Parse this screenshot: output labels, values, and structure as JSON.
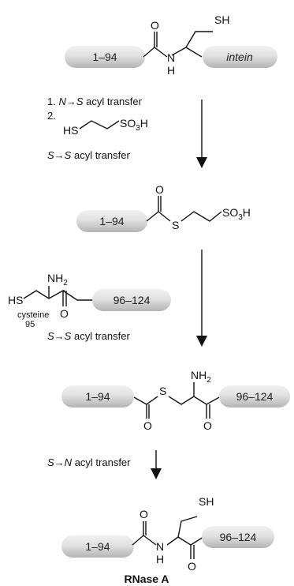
{
  "pills": {
    "p1_left": "1–94",
    "p1_right": "intein",
    "p2_left": "1–94",
    "p3_right": "96–124",
    "p4_left": "1–94",
    "p4_right": "96–124",
    "p5_left": "1–94",
    "p5_right": "96–124"
  },
  "atoms": {
    "SH": "SH",
    "O": "O",
    "N": "N",
    "H": "H",
    "S": "S",
    "HS": "HS",
    "NH": "NH",
    "two": "2",
    "SO": "SO",
    "three": "3"
  },
  "steps": {
    "s1_num": "1.",
    "s1_italic": "N→S",
    "s1_rest": "acyl transfer",
    "s2_num": "2.",
    "s3_italic": "S→S",
    "s3_rest": "acyl transfer",
    "s4_italic": "S→S",
    "s4_rest": "acyl transfer",
    "s5_italic": "S→N",
    "s5_rest": "acyl transfer"
  },
  "labels": {
    "cysteine": "cysteine",
    "cys_num": "95",
    "product": "RNase A"
  }
}
